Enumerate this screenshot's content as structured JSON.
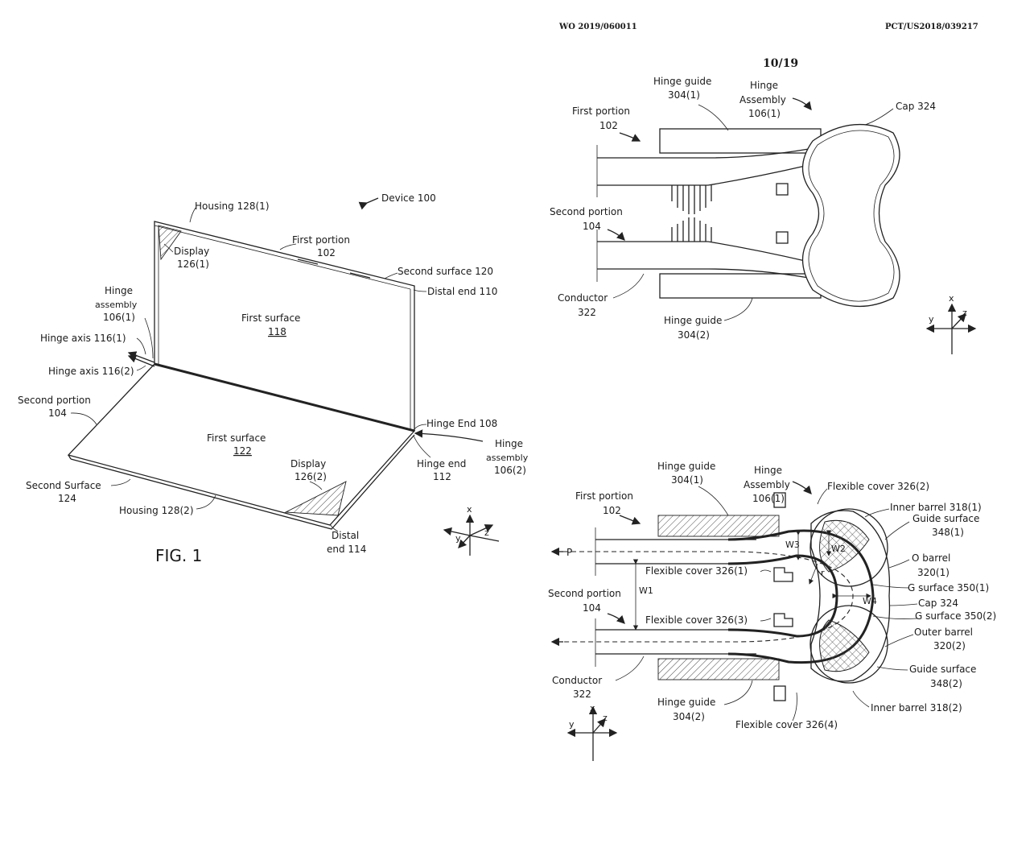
{
  "header": {
    "publication_number": "WO 2019/060011",
    "application_number": "PCT/US2018/039217",
    "sheet": "10/19"
  },
  "figure_1": {
    "caption": "FIG. 1",
    "labels": {
      "device": "Device 100",
      "housing_1": "Housing 128(1)",
      "first_portion": "First portion",
      "first_portion_num": "102",
      "display_1": "Display",
      "display_1_num": "126(1)",
      "second_surface_120": "Second surface 120",
      "distal_end_110": "Distal end 110",
      "hinge_assembly_1": "Hinge",
      "hinge_assembly_1b": "assembly",
      "hinge_assembly_1_num": "106(1)",
      "first_surface_118": "First surface",
      "first_surface_118_num": "118",
      "hinge_axis_1": "Hinge axis 116(1)",
      "hinge_axis_2": "Hinge axis 116(2)",
      "second_portion": "Second portion",
      "second_portion_num": "104",
      "first_surface_122": "First surface",
      "first_surface_122_num": "122",
      "hinge_end_108": "Hinge End 108",
      "hinge_assembly_2": "Hinge",
      "hinge_assembly_2b": "assembly",
      "hinge_assembly_2_num": "106(2)",
      "hinge_end_112": "Hinge end",
      "hinge_end_112_num": "112",
      "display_2": "Display",
      "display_2_num": "126(2)",
      "second_surface_124": "Second Surface",
      "second_surface_124_num": "124",
      "housing_2": "Housing 128(2)",
      "distal_end_114": "Distal",
      "distal_end_114_num": "end 114"
    }
  },
  "figure_top_right": {
    "labels": {
      "hinge_guide_1": "Hinge guide",
      "hinge_guide_1_num": "304(1)",
      "hinge_assembly": "Hinge",
      "hinge_assembly_b": "Assembly",
      "hinge_assembly_num": "106(1)",
      "cap": "Cap 324",
      "first_portion": "First portion",
      "first_portion_num": "102",
      "second_portion": "Second portion",
      "second_portion_num": "104",
      "conductor": "Conductor",
      "conductor_num": "322",
      "hinge_guide_2": "Hinge guide",
      "hinge_guide_2_num": "304(2)"
    }
  },
  "figure_bottom_right": {
    "labels": {
      "hinge_guide_1": "Hinge guide",
      "hinge_guide_1_num": "304(1)",
      "hinge_assembly": "Hinge",
      "hinge_assembly_b": "Assembly",
      "hinge_assembly_num": "106(1)",
      "flexible_cover_2": "Flexible cover 326(2)",
      "inner_barrel_1": "Inner barrel 318(1)",
      "guide_surface_1": "Guide surface",
      "guide_surface_1_num": "348(1)",
      "first_portion": "First portion",
      "first_portion_num": "102",
      "p_label": "P",
      "w3": "W3",
      "w2": "W2",
      "r": "r",
      "w4": "W4",
      "w1": "W1",
      "o_barrel": "O barrel",
      "o_barrel_num": "320(1)",
      "flexible_cover_1": "Flexible cover 326(1)",
      "g_surface_1": "G surface 350(1)",
      "second_portion": "Second portion",
      "second_portion_num": "104",
      "cap": "Cap 324",
      "g_surface_2": "G surface 350(2)",
      "flexible_cover_3": "Flexible cover 326(3)",
      "outer_barrel": "Outer barrel",
      "outer_barrel_num": "320(2)",
      "conductor": "Conductor",
      "conductor_num": "322",
      "guide_surface_2": "Guide surface",
      "guide_surface_2_num": "348(2)",
      "inner_barrel_2": "Inner barrel 318(2)",
      "hinge_guide_2": "Hinge guide",
      "hinge_guide_2_num": "304(2)",
      "flexible_cover_4": "Flexible cover 326(4)"
    }
  },
  "axes": {
    "x": "x",
    "y": "y",
    "z": "z"
  }
}
